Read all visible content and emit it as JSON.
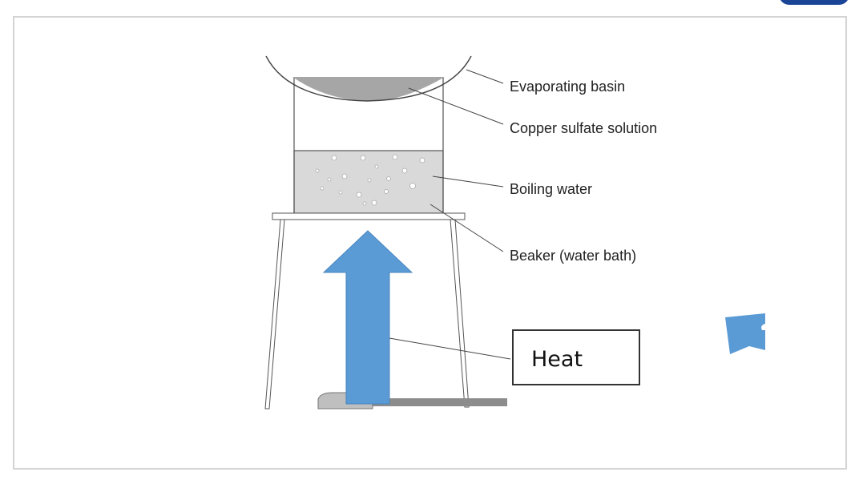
{
  "labels": {
    "basin": "Evaporating basin",
    "solution": "Copper sulfate solution",
    "water": "Boiling water",
    "beaker": "Beaker (water bath)"
  },
  "heat_label": "Heat",
  "colors": {
    "arrow": "#5b9bd5",
    "pill": "#1a4597"
  }
}
